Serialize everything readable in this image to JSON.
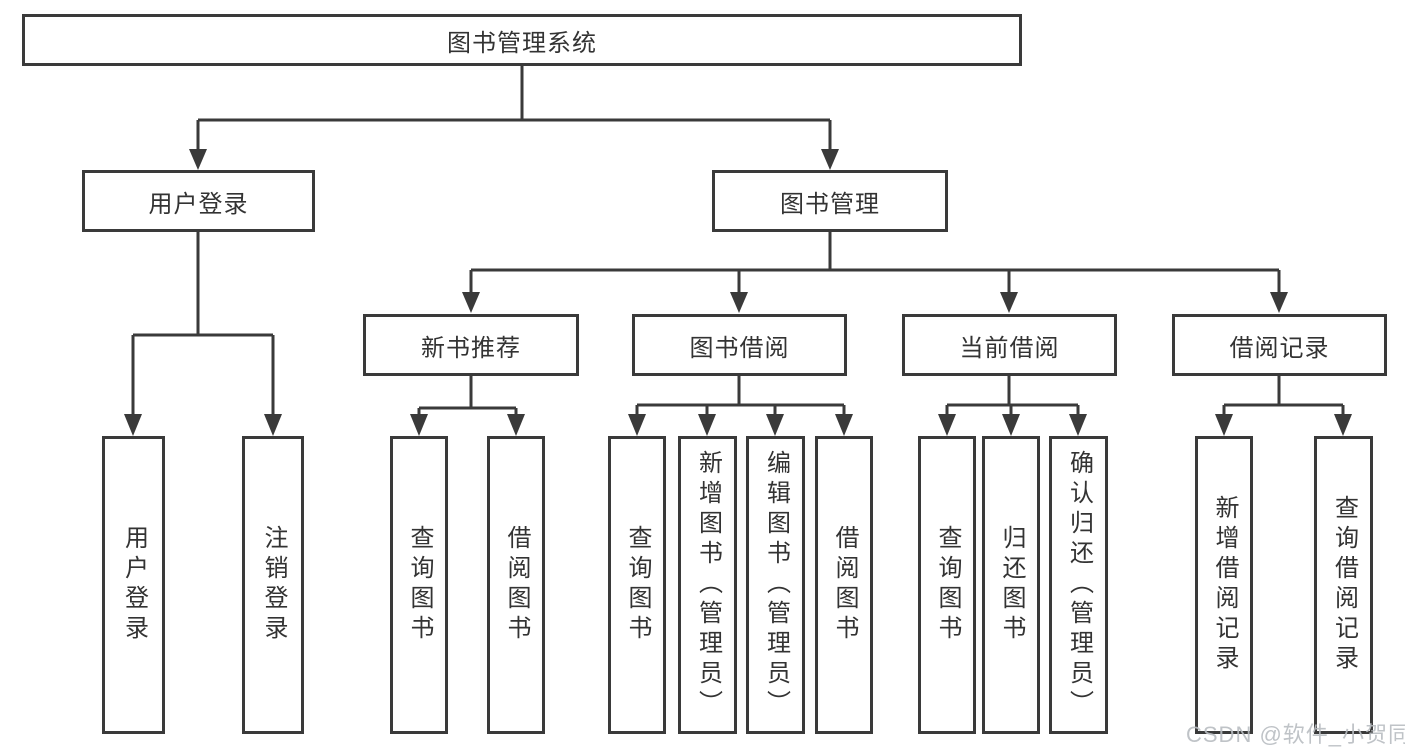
{
  "diagram_title": "图书管理系统",
  "watermark": "CSDN @软件_小贺同学",
  "colors": {
    "background": "#ffffff",
    "box_border": "#3a3a3a",
    "connector_line": "#3a3a3a",
    "text": "#333333",
    "watermark_text": "#b9bdc2"
  },
  "tree": {
    "root": "图书管理系统",
    "branches": [
      {
        "label": "用户登录",
        "children": [
          "用户登录",
          "注销登录"
        ]
      },
      {
        "label": "图书管理",
        "groups": [
          {
            "label": "新书推荐",
            "children": [
              "查询图书",
              "借阅图书"
            ]
          },
          {
            "label": "图书借阅",
            "children": [
              "查询图书",
              "新增图书（管理员）",
              "编辑图书（管理员）",
              "借阅图书"
            ]
          },
          {
            "label": "当前借阅",
            "children": [
              "查询图书",
              "归还图书",
              "确认归还（管理员）"
            ]
          },
          {
            "label": "借阅记录",
            "children": [
              "新增借阅记录",
              "查询借阅记录"
            ]
          }
        ]
      }
    ]
  }
}
